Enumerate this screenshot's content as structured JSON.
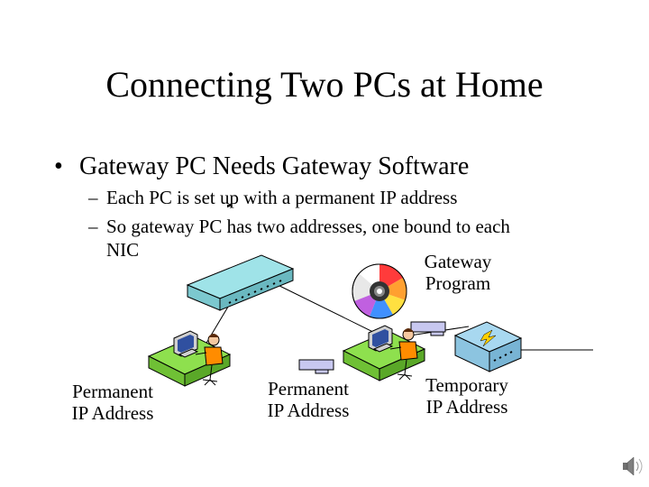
{
  "slide": {
    "title": "Connecting Two PCs at Home",
    "bullet": "Gateway PC Needs Gateway Software",
    "subbullets": [
      "Each PC is set up with a permanent IP address",
      "So gateway PC has two addresses, one bound to each",
      "NIC"
    ]
  },
  "diagram": {
    "gateway_program_label": [
      "Gateway",
      "Program"
    ],
    "pc1_label": [
      "Permanent",
      "IP Address"
    ],
    "pc2_label": [
      "Permanent",
      "IP Address"
    ],
    "router_label": [
      "Temporary",
      "IP Address"
    ]
  },
  "colors": {
    "hub": "#9fe3e8",
    "desk": "#8ee04e",
    "nic": "#c8c8f0",
    "router": "#a8d8f0",
    "person_shirt": "#ff8c00"
  },
  "icons": [
    "hub-icon",
    "cd-icon",
    "workstation-icon",
    "nic-card-icon",
    "router-icon",
    "speaker-icon"
  ]
}
